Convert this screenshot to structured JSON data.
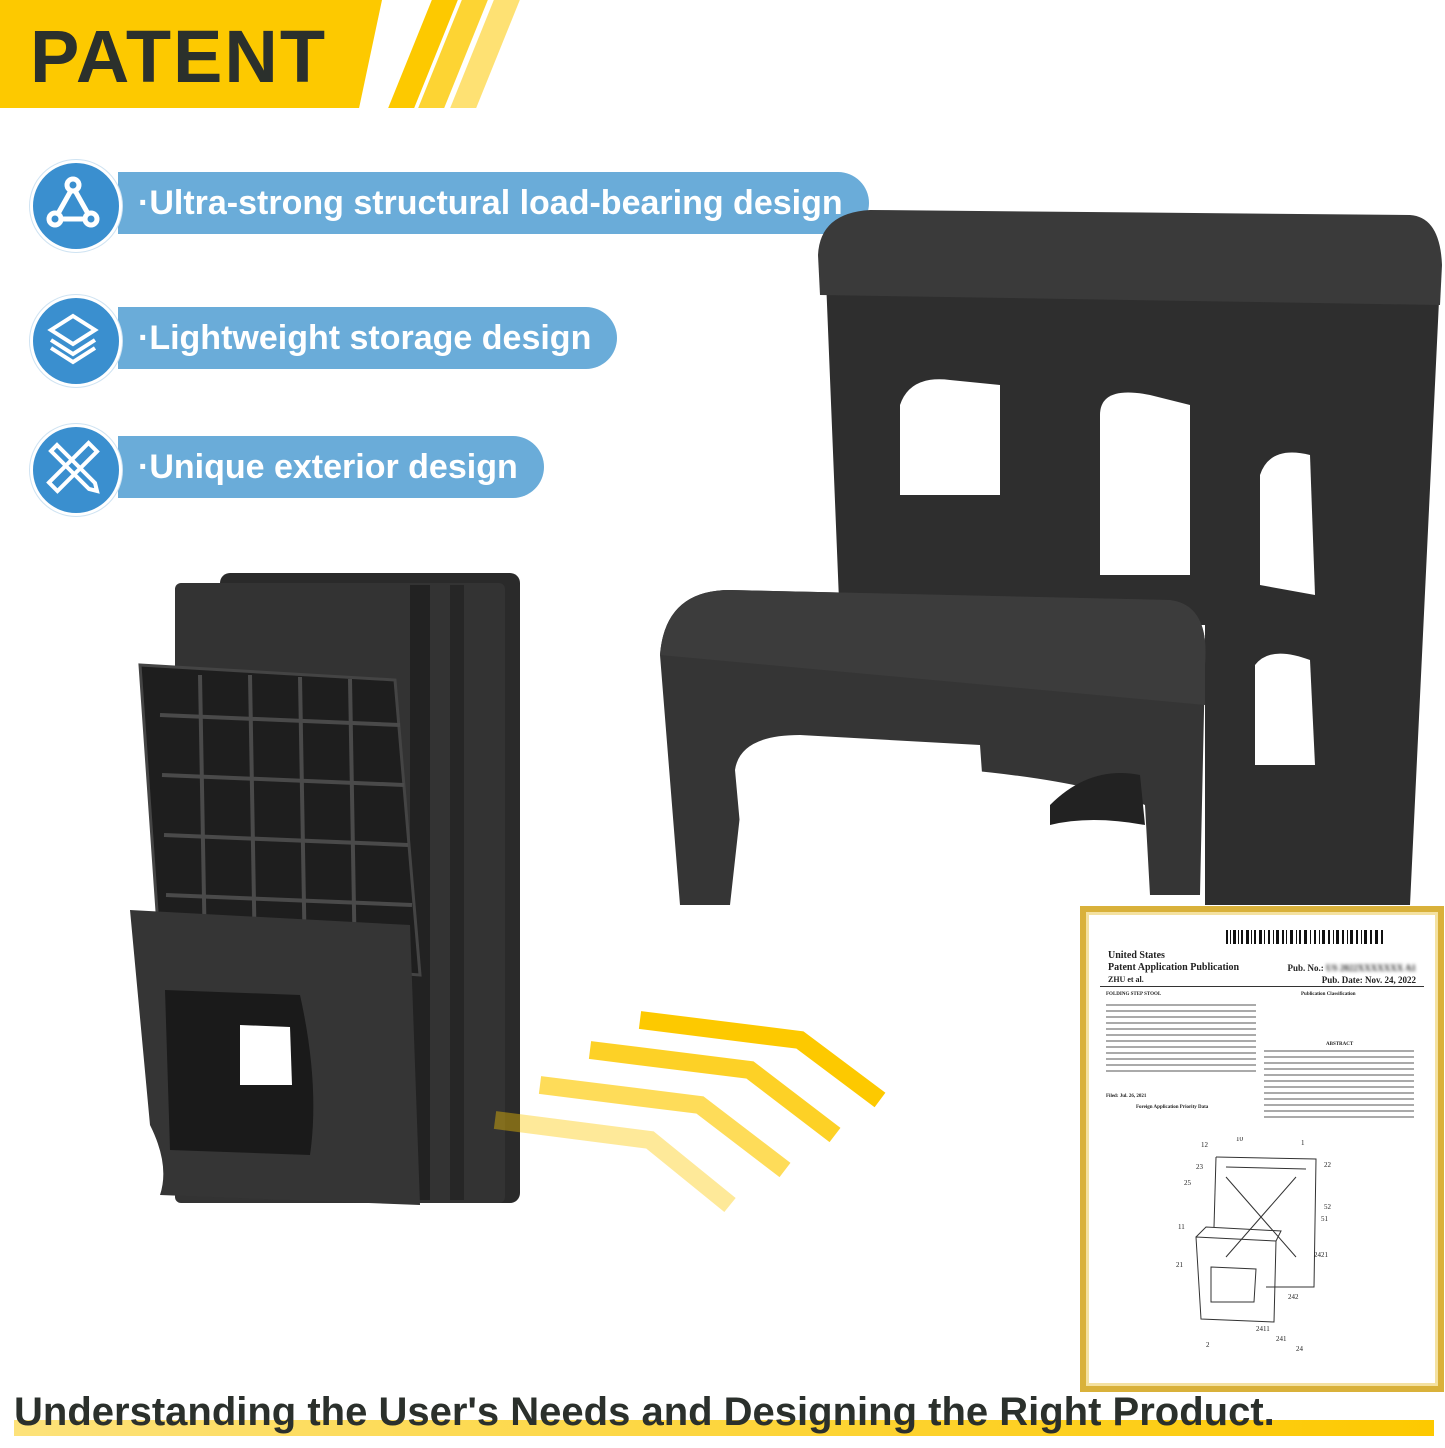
{
  "banner": {
    "title": "PATENT"
  },
  "features": [
    {
      "label": "·Ultra-strong structural load-bearing design",
      "icon": "triangle-nodes-icon"
    },
    {
      "label": "·Lightweight storage design",
      "icon": "stacked-layers-icon"
    },
    {
      "label": "·Unique exterior design",
      "icon": "ruler-pencil-icon"
    }
  ],
  "patent_document": {
    "country": "United States",
    "type": "Patent Application Publication",
    "inventor": "ZHU et al.",
    "pub_no_label": "Pub. No.:",
    "pub_date_label": "Pub. Date:",
    "pub_date": "Nov. 24, 2022",
    "title": "FOLDING STEP STOOL",
    "classification": "Publication Classification",
    "abstract": "ABSTRACT",
    "filed_label": "Filed:",
    "filed": "Jul. 26, 2021",
    "foreign": "Foreign Application Priority Data",
    "figure_labels": [
      "12",
      "10",
      "1",
      "23",
      "22",
      "25",
      "52",
      "51",
      "11",
      "2421",
      "21",
      "242",
      "2411",
      "241",
      "24",
      "2"
    ]
  },
  "caption": "Understanding the User's Needs and Designing the Right Product.",
  "colors": {
    "banner": "#fdc900",
    "pill": "#6aacd9",
    "icon_circle": "#3a8fcf",
    "product": "#2e2e2e",
    "frame": "#d9b13a"
  }
}
